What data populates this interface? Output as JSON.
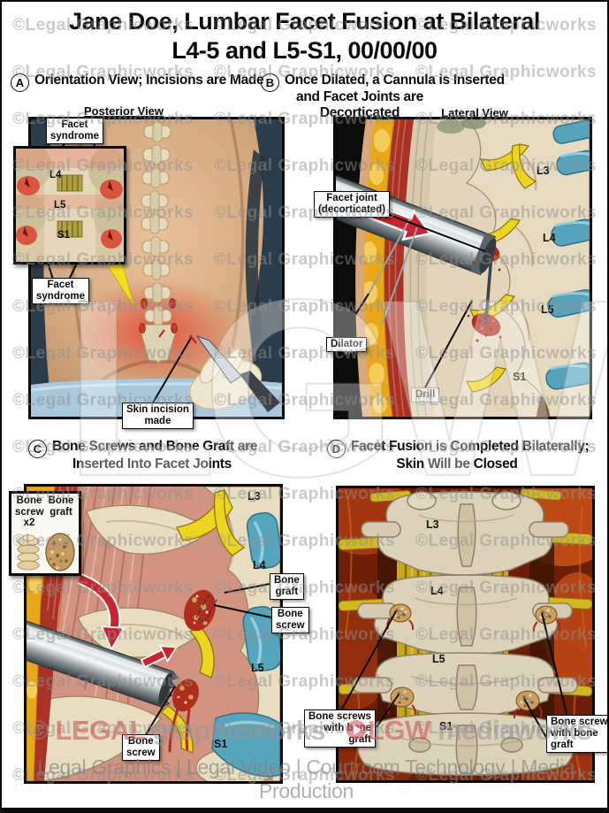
{
  "page": {
    "title_line1": "Jane Doe, Lumbar Facet Fusion at Bilateral",
    "title_line2": "L4-5 and L5-S1, 00/00/00",
    "tagline": "Legal Graphics | Legal Video | Courtroom Technology | Media Production"
  },
  "watermark": {
    "tile_text": "©Legal Graphicworks",
    "center_text": "LGW",
    "left_logo": {
      "copyright": "©",
      "brand": "LEGAL",
      "suffix": "graphicworks"
    },
    "right_logo": {
      "brand": "LGW",
      "suffix": "mediaworks"
    }
  },
  "panel_a": {
    "letter": "A",
    "caption": "Orientation View; Incisions are Made",
    "subtitle": "Posterior View",
    "labels": {
      "facet_syndrome_top": [
        "Facet",
        "syndrome"
      ],
      "facet_syndrome_bottom": [
        "Facet",
        "syndrome"
      ],
      "inset_l4": "L4",
      "inset_l5": "L5",
      "inset_s1": "S1",
      "skin_incision": [
        "Skin incision",
        "made"
      ]
    }
  },
  "panel_b": {
    "letter": "B",
    "caption_line1": "Once Dilated, a Cannula is Inserted",
    "caption_line2": "and Facet Joints are Decorticated",
    "subtitle": "Lateral View",
    "labels": {
      "facet_joint": [
        "Facet joint",
        "(decorticated)"
      ],
      "dilator": "Dilator",
      "drill": "Drill",
      "l3": "L3",
      "l4": "L4",
      "l5": "L5",
      "s1": "S1"
    }
  },
  "panel_c": {
    "letter": "C",
    "caption_line1": "Bone Screws and Bone Graft are",
    "caption_line2": "Inserted Into Facet Joints",
    "labels": {
      "inset_bone_screw": [
        "Bone",
        "screw",
        "x2"
      ],
      "inset_bone_graft": [
        "Bone",
        "graft"
      ],
      "l3": "L3",
      "l4": "L4",
      "l5": "L5",
      "s1": "S1",
      "bone_graft": [
        "Bone",
        "graft"
      ],
      "bone_screw_side": [
        "Bone",
        "screw"
      ],
      "bone_screw_bottom": [
        "Bone",
        "screw"
      ]
    }
  },
  "panel_d": {
    "letter": "D",
    "caption_line1": "Facet Fusion is Completed Bilaterally;",
    "caption_line2": "Skin Will be Closed",
    "labels": {
      "l3": "L3",
      "l4": "L4",
      "l5": "L5",
      "s1": "S1",
      "bone_screws_left": [
        "Bone screws",
        "with bone",
        "graft"
      ],
      "bone_screws_right": [
        "Bone screws",
        "with bone",
        "graft"
      ]
    }
  }
}
